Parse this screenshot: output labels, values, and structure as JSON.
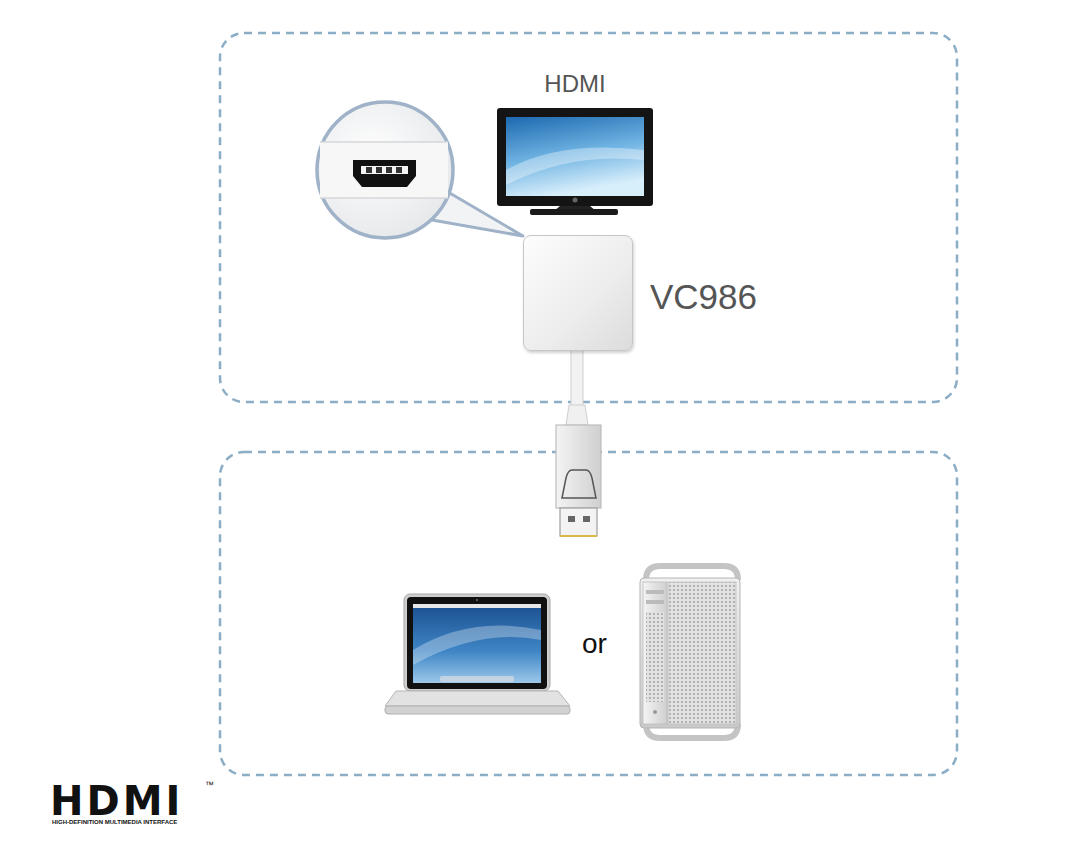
{
  "diagram": {
    "nodes": [
      {
        "text": [
          "HDMI"
        ]
      },
      {
        "text": [
          "VC986"
        ]
      }
    ],
    "labels": [
      "or",
      "HDMI",
      "HIGH-DEFINITION MULTIMEDIA INTERFACE",
      "™"
    ]
  }
}
